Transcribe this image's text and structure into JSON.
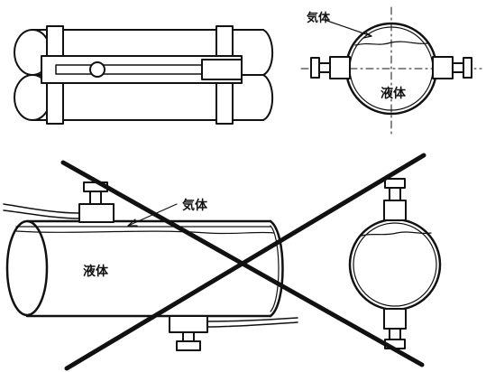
{
  "labels": {
    "gas_top": "気体",
    "liquid_top": "液体",
    "gas_bottom": "気体",
    "liquid_bottom": "液体"
  },
  "colors": {
    "ink": "#111111",
    "paper": "#ffffff"
  }
}
